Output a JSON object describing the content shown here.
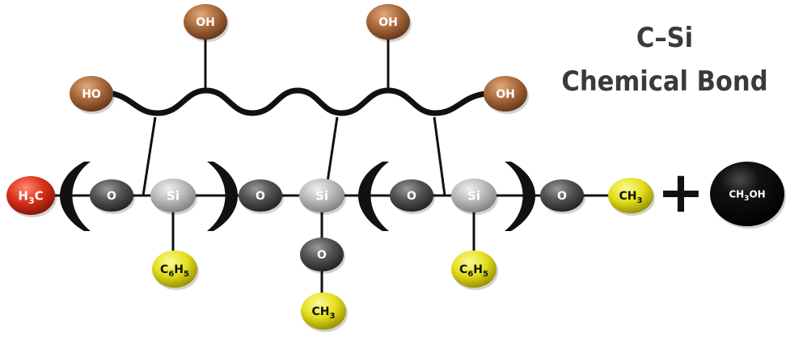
{
  "title": {
    "line1": "C–Si",
    "line2": "Chemical Bond"
  },
  "colors": {
    "oxygen_gray": "#4a4a4a",
    "silicon_gray": "#b5b5b5",
    "hydroxyl_brown": "#a86a3e",
    "methyl_yellow": "#e7e32b",
    "methyl_red": "#d9311c",
    "methanol_black": "#0a0a0a",
    "line": "#111111"
  },
  "atoms": [
    {
      "id": "h3c-left",
      "type": "methyl_red",
      "label": "H",
      "sub": "3",
      "tail": "C"
    },
    {
      "id": "o-1",
      "type": "oxygen_gray",
      "label": "O"
    },
    {
      "id": "si-1",
      "type": "silicon_gray",
      "label": "Si"
    },
    {
      "id": "o-2",
      "type": "oxygen_gray",
      "label": "O"
    },
    {
      "id": "si-2",
      "type": "silicon_gray",
      "label": "Si"
    },
    {
      "id": "o-3",
      "type": "oxygen_gray",
      "label": "O"
    },
    {
      "id": "si-3",
      "type": "silicon_gray",
      "label": "Si"
    },
    {
      "id": "o-4",
      "type": "oxygen_gray",
      "label": "O"
    },
    {
      "id": "ch3-right",
      "type": "methyl_yellow",
      "label": "CH",
      "sub": "3"
    },
    {
      "id": "c6h5-1",
      "type": "methyl_yellow",
      "label": "C",
      "sub": "6",
      "tail": "H",
      "sub2": "5"
    },
    {
      "id": "o-below",
      "type": "oxygen_gray",
      "label": "O"
    },
    {
      "id": "ch3-below",
      "type": "methyl_yellow",
      "label": "CH",
      "sub": "3"
    },
    {
      "id": "c6h5-2",
      "type": "methyl_yellow",
      "label": "C",
      "sub": "6",
      "tail": "H",
      "sub2": "5"
    },
    {
      "id": "ho-left",
      "type": "hydroxyl_brown",
      "label": "HO"
    },
    {
      "id": "oh-top-1",
      "type": "hydroxyl_brown",
      "label": "OH"
    },
    {
      "id": "oh-top-2",
      "type": "hydroxyl_brown",
      "label": "OH"
    },
    {
      "id": "oh-right",
      "type": "hydroxyl_brown",
      "label": "OH"
    },
    {
      "id": "ch3oh",
      "type": "methanol_black",
      "label": "CH",
      "sub": "3",
      "tail": "OH"
    }
  ],
  "plus_sign": "+"
}
